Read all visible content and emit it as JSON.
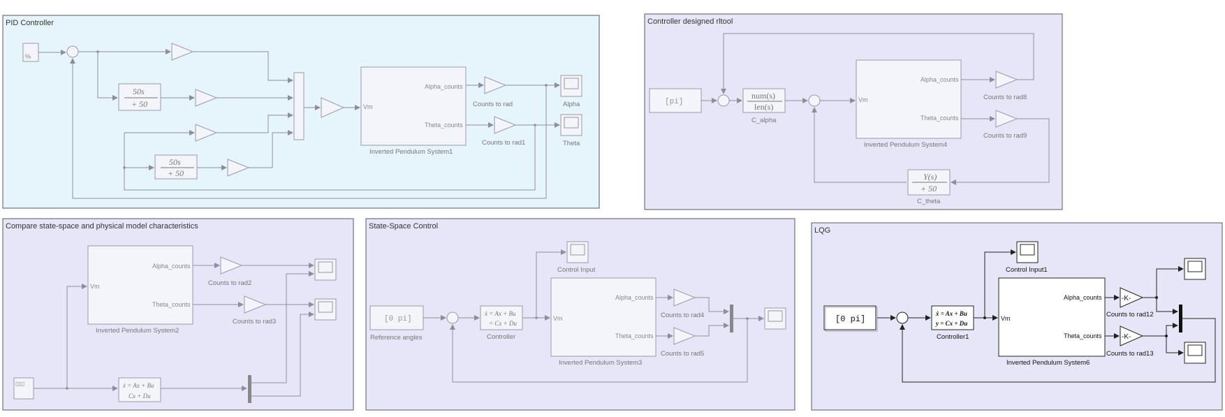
{
  "areas": {
    "pid": {
      "title": "PID Controller",
      "tf1_num": "50s",
      "tf1_den": "+ 50",
      "tf2_num": "50s",
      "tf2_den": "+ 50",
      "port_vm": "Vm",
      "port_alpha": "Alpha_counts",
      "port_theta": "Theta_counts",
      "subsystem": "Inverted Pendulum System1",
      "gain_alpha": "Counts to rad",
      "gain_theta": "Counts to rad1",
      "scope_alpha": "Alpha",
      "scope_theta": "Theta"
    },
    "rltool": {
      "title": "Controller designed rltool",
      "const": "[pi]",
      "num_top": "num(s)",
      "num_bot": "len(s)",
      "c_alpha": "C_alpha",
      "port_vm": "Vm",
      "port_alpha": "Alpha_counts",
      "port_theta": "Theta_counts",
      "subsystem": "Inverted Pendulum System4",
      "gain_alpha": "Counts to rad8",
      "gain_theta": "Counts to rad9",
      "ctheta_num": "Y(s)",
      "ctheta_den": "+ 50",
      "c_theta": "C_theta"
    },
    "compare": {
      "title": "Compare state-space and physical model characteristics",
      "port_vm": "Vm",
      "port_alpha": "Alpha_counts",
      "port_theta": "Theta_counts",
      "subsystem": "Inverted Pendulum System2",
      "gain_alpha": "Counts to rad2",
      "gain_theta": "Counts to rad3",
      "ss_top": "ẋ = Ax + Bu",
      "ss_bot": "Cx + Du"
    },
    "sscontrol": {
      "title": "State-Space Control",
      "const": "[0 pi]",
      "const_label": "Reference angles",
      "ss_top": "ẋ = Ax + Bu",
      "ss_bot": "= Cx + Du",
      "controller": "Controller",
      "scope_ci": "Control Input",
      "port_vm": "Vm",
      "port_alpha": "Alpha_counts",
      "port_theta": "Theta_counts",
      "subsystem": "Inverted Pendulum System3",
      "gain_alpha": "Counts to rad4",
      "gain_theta": "Counts to rad5"
    },
    "lqg": {
      "title": "LQG",
      "const": "[0 pi]",
      "ss_top": "ẋ = Ax + Bu",
      "ss_bot": "y = Cx + Du",
      "controller": "Controller1",
      "scope_ci": "Control Input1",
      "port_vm": "Vm",
      "port_alpha": "Alpha_counts",
      "port_theta": "Theta_counts",
      "subsystem": "Inverted Pendulum System6",
      "gain_alpha": "Counts to rad12",
      "gain_theta": "Counts to rad13",
      "gain_text": "-K-"
    }
  },
  "colors": {
    "pid_bg": "#e6f4fb",
    "area_bg": "#e6e6f8",
    "area_border": "#555566"
  }
}
